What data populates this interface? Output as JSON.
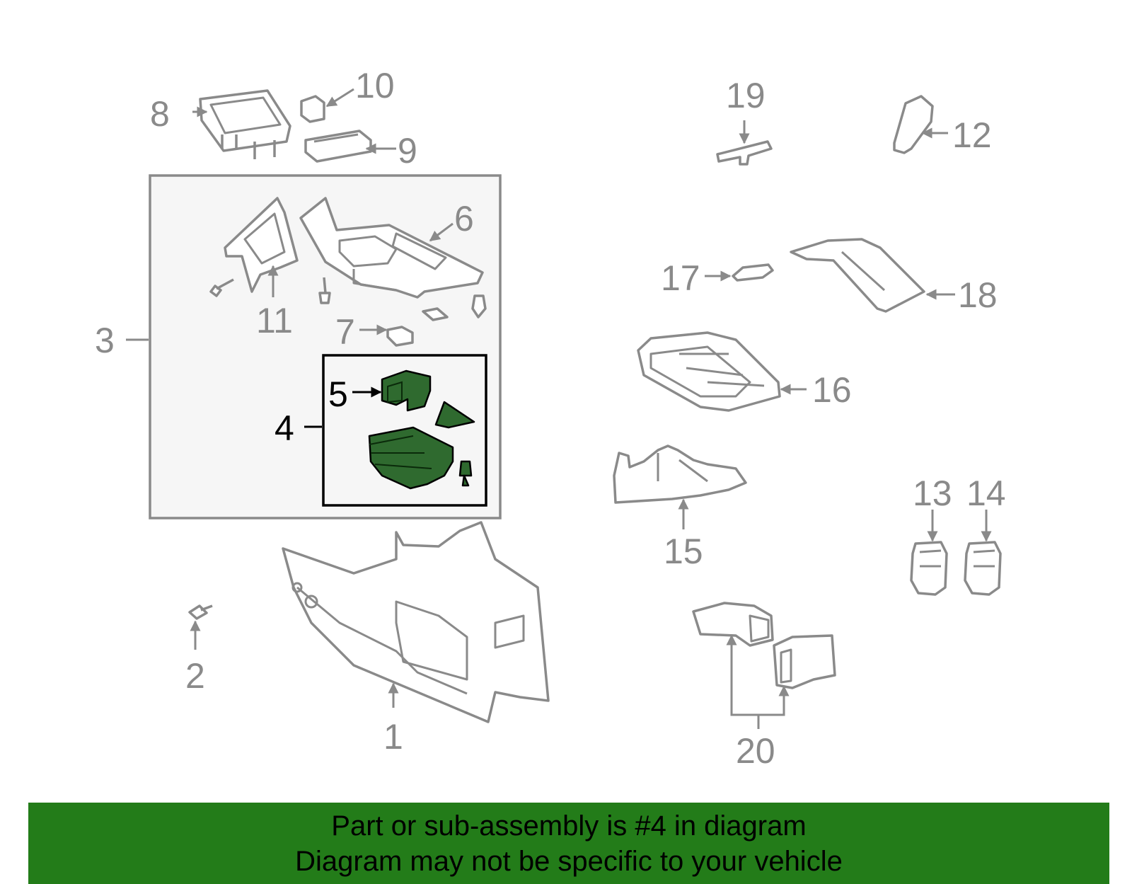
{
  "callouts": {
    "c1": "1",
    "c2": "2",
    "c3": "3",
    "c4": "4",
    "c5": "5",
    "c6": "6",
    "c7": "7",
    "c8": "8",
    "c9": "9",
    "c10": "10",
    "c11": "11",
    "c12": "12",
    "c13": "13",
    "c14": "14",
    "c15": "15",
    "c16": "16",
    "c17": "17",
    "c18": "18",
    "c19": "19",
    "c20": "20"
  },
  "banner": {
    "line1": "Part or sub-assembly is #4 in diagram",
    "line2": "Diagram may not be specific to your vehicle",
    "color": "#237c19"
  },
  "colors": {
    "selected_part": "#2f6a2f",
    "part_outline": "#8a8a8a",
    "group_box_fill": "#f6f6f6"
  },
  "selected_part": "4"
}
